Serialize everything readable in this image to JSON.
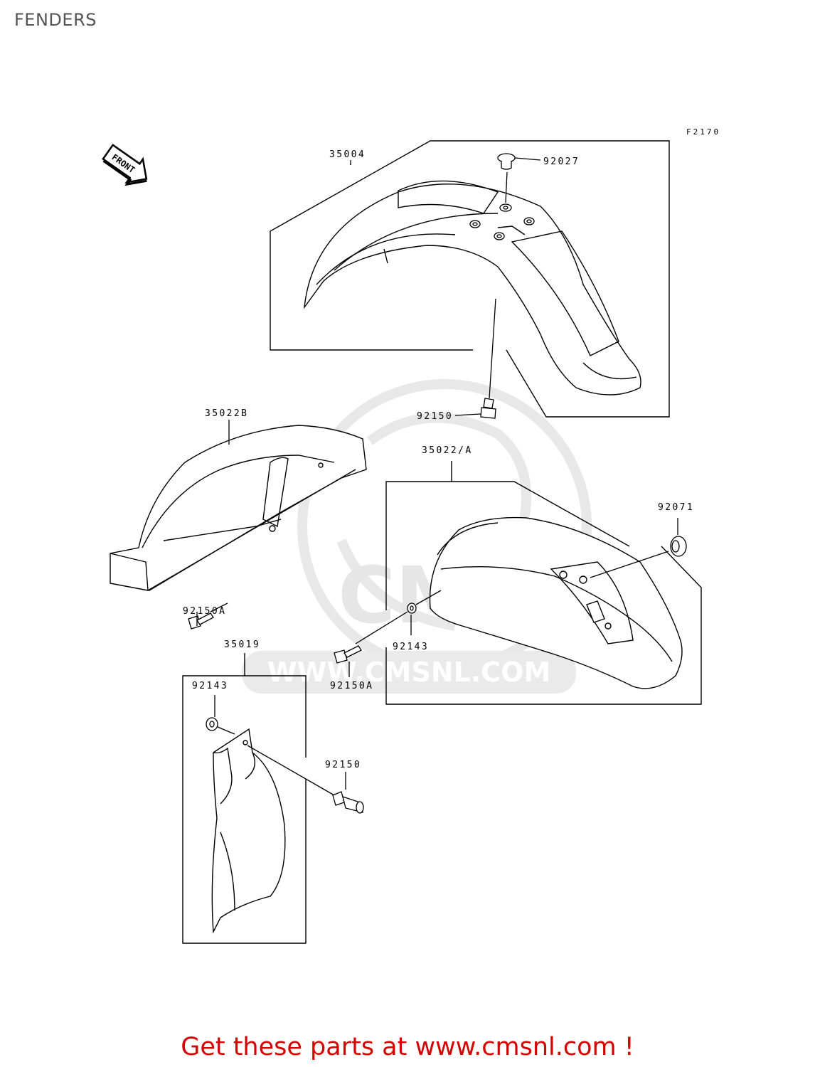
{
  "page": {
    "title": "FENDERS"
  },
  "figure": {
    "code": "F2170"
  },
  "front_marker": {
    "label": "FRONT"
  },
  "watermark": {
    "brand": "CMS",
    "url": "WWW.CMSNL.COM",
    "color": "#e6e6e6"
  },
  "callouts": {
    "front_fender": "35004",
    "front_fender_bolt_top": "92027",
    "front_fender_bolt": "92150",
    "rear_fender_inner": "35022B",
    "rear_fender_inner_bolt": "92150A",
    "rear_fender": "35022/A",
    "rear_fender_grommet": "92071",
    "rear_fender_washer": "92143",
    "rear_fender_bolt": "92150A",
    "mud_guard": "35019",
    "mud_guard_washer": "92143",
    "mud_guard_bolt": "92150"
  },
  "footer": {
    "text": "Get these parts at www.cmsnl.com !",
    "color": "#d40000"
  },
  "colors": {
    "line": "#000000",
    "title": "#555555"
  }
}
